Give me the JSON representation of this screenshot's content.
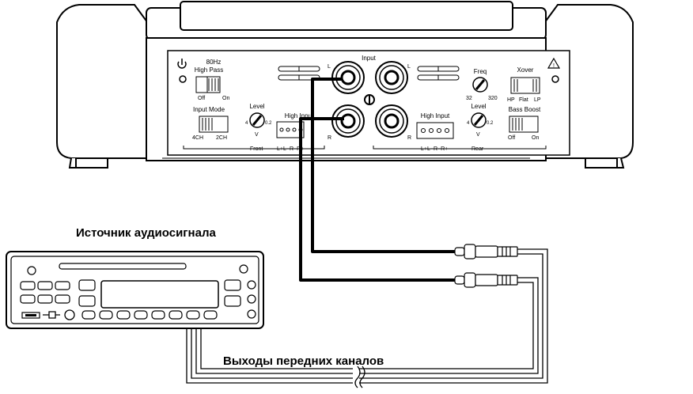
{
  "captions": {
    "source": "Источник аудиосигнала",
    "outputs": "Выходы передних каналов"
  },
  "front_panel": {
    "hpf_freq": "80Hz",
    "hpf_title": "High Pass",
    "hpf_off": "Off",
    "hpf_on": "On",
    "input_mode": "Input Mode",
    "mode_4ch": "4CH",
    "mode_2ch": "2CH",
    "level": "Level",
    "level_min": "4",
    "level_v": "V",
    "level_max": "0.2",
    "high_input": "High Input",
    "front": "Front",
    "front_hi_pins": "L+L−R−R+"
  },
  "center_panel": {
    "input": "Input",
    "left": "L",
    "right": "R"
  },
  "rear_panel": {
    "freq": "Freq",
    "freq_min": "32",
    "freq_max": "320",
    "xover": "Xover",
    "xover_hp": "HP",
    "xover_flat": "Flat",
    "xover_lp": "LP",
    "bass_boost": "Bass Boost",
    "bb_off": "Off",
    "bb_on": "On",
    "level": "Level",
    "level_min": "4",
    "level_v": "V",
    "level_max": "0.2",
    "high_input": "High Input",
    "rear_pins": "L+L−R−R+",
    "rear": "Rear"
  },
  "colors": {
    "line": "#000000",
    "body": "#ffffff",
    "shade": "#d8d8d8"
  },
  "icons": [
    "power-icon",
    "warning-icon"
  ]
}
